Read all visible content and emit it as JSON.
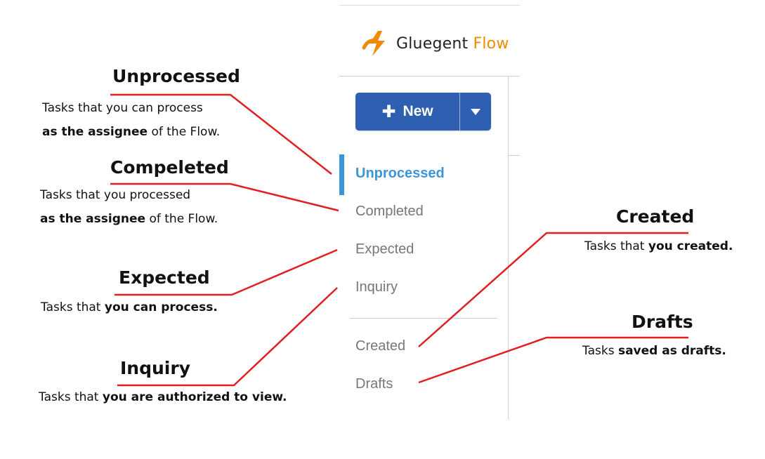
{
  "brand": {
    "name": "Gluegent",
    "product": "Flow",
    "accent": "#f08a00"
  },
  "toolbar": {
    "new_label": "New",
    "new_icon": "plus-icon",
    "dropdown_icon": "caret-down-icon",
    "button_color": "#2f5fb0"
  },
  "nav": {
    "active_color": "#3a95d9",
    "items": [
      {
        "label": "Unprocessed",
        "active": true
      },
      {
        "label": "Completed",
        "active": false
      },
      {
        "label": "Expected",
        "active": false
      },
      {
        "label": "Inquiry",
        "active": false
      },
      {
        "label": "Created",
        "active": false
      },
      {
        "label": "Drafts",
        "active": false
      }
    ]
  },
  "annotations": {
    "line_color": "#e02020",
    "unprocessed": {
      "title": "Unprocessed",
      "line1": "Tasks that you can process",
      "line2_bold": "as the assignee",
      "line2_rest": " of the Flow."
    },
    "completed": {
      "title": "Compeleted",
      "line1": "Tasks that you processed",
      "line2_bold": "as the assignee",
      "line2_rest": " of the Flow."
    },
    "expected": {
      "title": "Expected",
      "pre": "Tasks that ",
      "bold": "you can process."
    },
    "inquiry": {
      "title": "Inquiry",
      "pre": "Tasks that ",
      "bold": "you are authorized to view."
    },
    "created": {
      "title": "Created",
      "pre": "Tasks that ",
      "bold": "you created."
    },
    "drafts": {
      "title": "Drafts",
      "pre": "Tasks ",
      "bold": "saved as drafts."
    }
  }
}
